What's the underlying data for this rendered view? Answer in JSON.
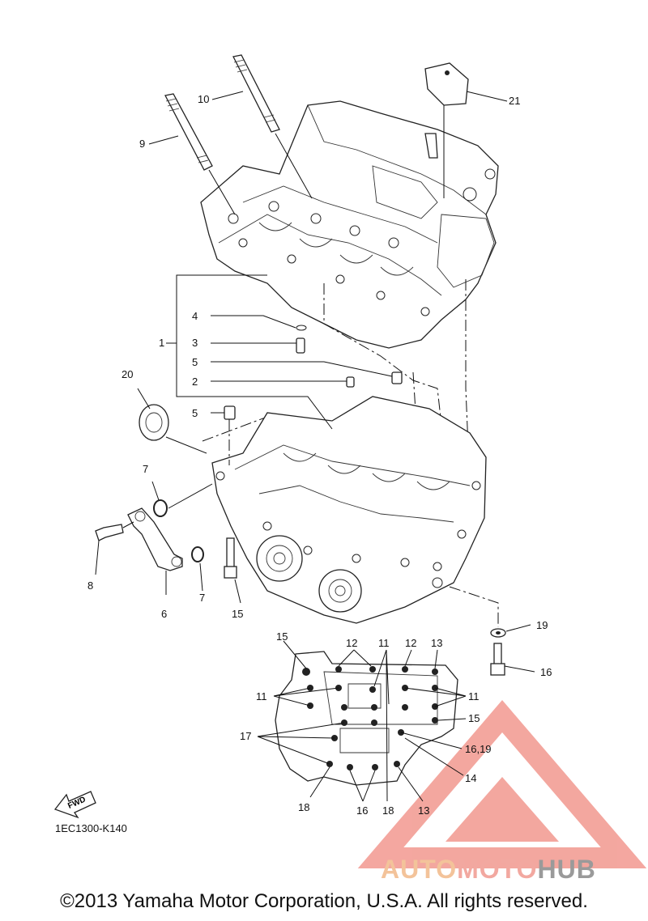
{
  "diagram": {
    "code": "1EC1300-K140",
    "fwd_label": "FWD",
    "callouts": {
      "c1": "1",
      "c2": "2",
      "c3": "3",
      "c4": "4",
      "c5a": "5",
      "c5b": "5",
      "c6": "6",
      "c7a": "7",
      "c7b": "7",
      "c8": "8",
      "c9": "9",
      "c10": "10",
      "c11a": "11",
      "c11b": "11",
      "c11c": "11",
      "c12a": "12",
      "c12b": "12",
      "c13a": "13",
      "c13b": "13",
      "c14": "14",
      "c15a": "15",
      "c15b": "15",
      "c15c": "15",
      "c16a": "16",
      "c16b": "16",
      "c1619": "16,19",
      "c17": "17",
      "c18a": "18",
      "c18b": "18",
      "c19": "19",
      "c20": "20",
      "c21": "21"
    }
  },
  "watermark": {
    "part1": "AUTO",
    "part2": "MOTO",
    "part3": "HUB"
  },
  "footer": {
    "copyright": "©2013 Yamaha Motor Corporation, U.S.A. All rights reserved."
  },
  "colors": {
    "watermark_red": "#f08a80",
    "watermark_orange": "#f3c39a",
    "watermark_gray": "#9a9a9a"
  }
}
